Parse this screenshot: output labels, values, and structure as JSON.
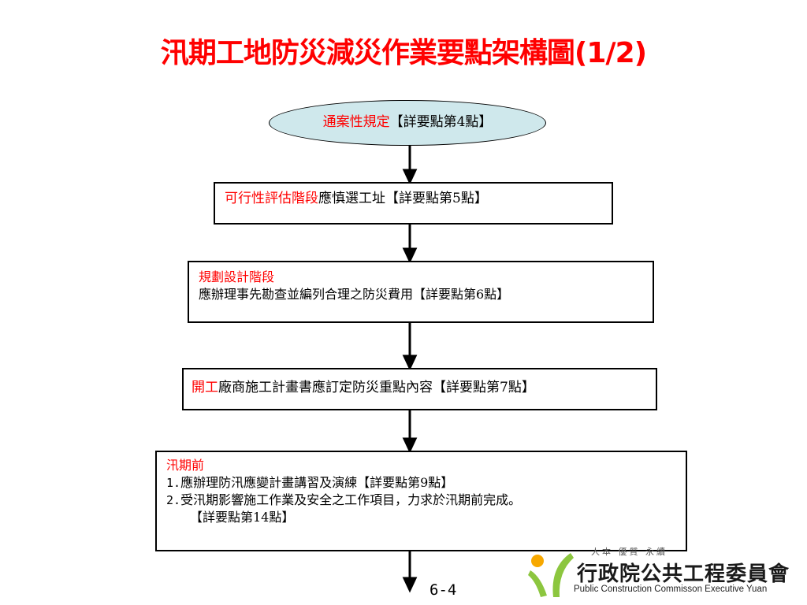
{
  "title": "汛期工地防災減災作業要點架構圖(1/2)",
  "nodes": {
    "general": {
      "label": "通案性規定",
      "text": "【詳要點第4點】"
    },
    "feasibility": {
      "label": "可行性評估階段",
      "text": "應慎選工址【詳要點第5點】"
    },
    "planning": {
      "label": "規劃設計階段",
      "text": "應辦理事先勘查並編列合理之防災費用【詳要點第6點】"
    },
    "construction": {
      "label": "開工",
      "text": "廠商施工計畫書應訂定防災重點內容【詳要點第7點】"
    },
    "pre_flood": {
      "label": "汛期前",
      "item1_prefix": "1.",
      "item1": "應辦理防汛應變計畫講習及演練【詳要點第9點】",
      "item2_prefix": "2.",
      "item2": "受汛期影響施工作業及安全之工作項目，力求於汛期前完成。",
      "item2_cont": "【詳要點第14點】"
    }
  },
  "page_number": "6-4",
  "logo": {
    "slogan": "人本 優質 永續",
    "name": "行政院公共工程委員會",
    "english": "Public Construction Commisson Executive Yuan"
  },
  "colors": {
    "accent": "#ff0000",
    "oval_fill": "#cfe8ec",
    "logo_green": "#8cc63f",
    "logo_orange": "#f7a800"
  }
}
